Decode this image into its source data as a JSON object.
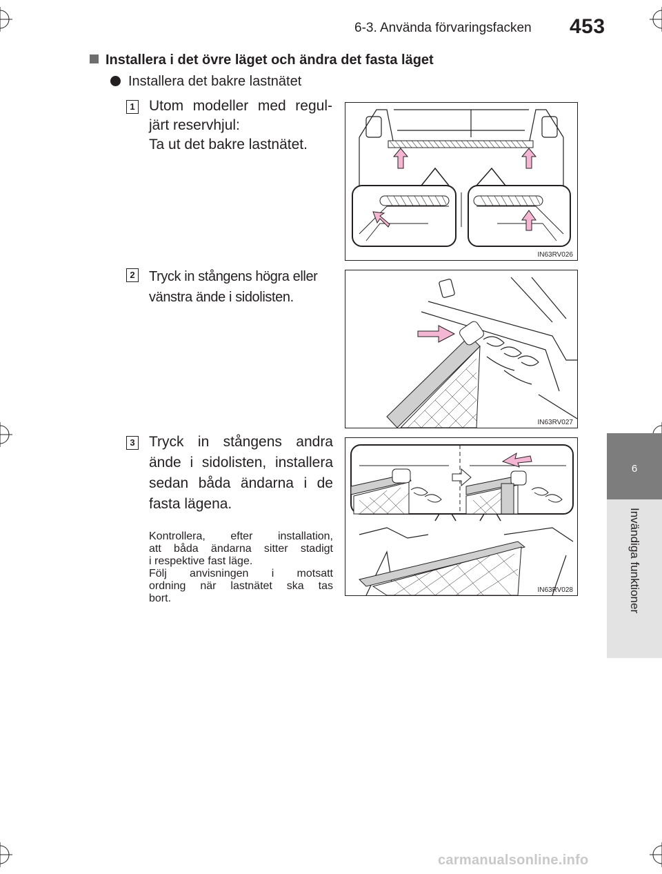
{
  "header": {
    "section_title": "6-3. Använda förvaringsfacken",
    "page_number": "453"
  },
  "chapter_tab": {
    "number": "6",
    "label": "Invändiga funktioner"
  },
  "section_heading": "Installera i det övre läget och ändra det fasta läget",
  "bullet": "Installera det bakre lastnätet",
  "steps": [
    {
      "number": "1",
      "lines": [
        "Utom modeller med regul-",
        "järt reservhjul:",
        "Ta ut det bakre lastnätet."
      ]
    },
    {
      "number": "2",
      "lines": [
        "Tryck in stångens högra eller",
        "vänstra ände i sidolisten."
      ]
    },
    {
      "number": "3",
      "lines": [
        "Tryck in stångens andra",
        "ände i sidolisten, installera",
        "sedan båda ändarna i de",
        "fasta lägena."
      ]
    }
  ],
  "note_lines": [
    "Kontrollera, efter installation,",
    "att båda ändarna sitter stadigt",
    "i respektive fast läge.",
    "Följ anvisningen i motsatt",
    "ordning när lastnätet ska tas",
    "bort."
  ],
  "figures": [
    {
      "code": "IN63RV026"
    },
    {
      "code": "IN63RV027"
    },
    {
      "code": "IN63RV028"
    }
  ],
  "footer": "carmanualsonline.info",
  "colors": {
    "arrow_pink": "#f4b6d2",
    "tab_gray": "#7d7d7d",
    "side_gray": "#e3e3e3"
  }
}
